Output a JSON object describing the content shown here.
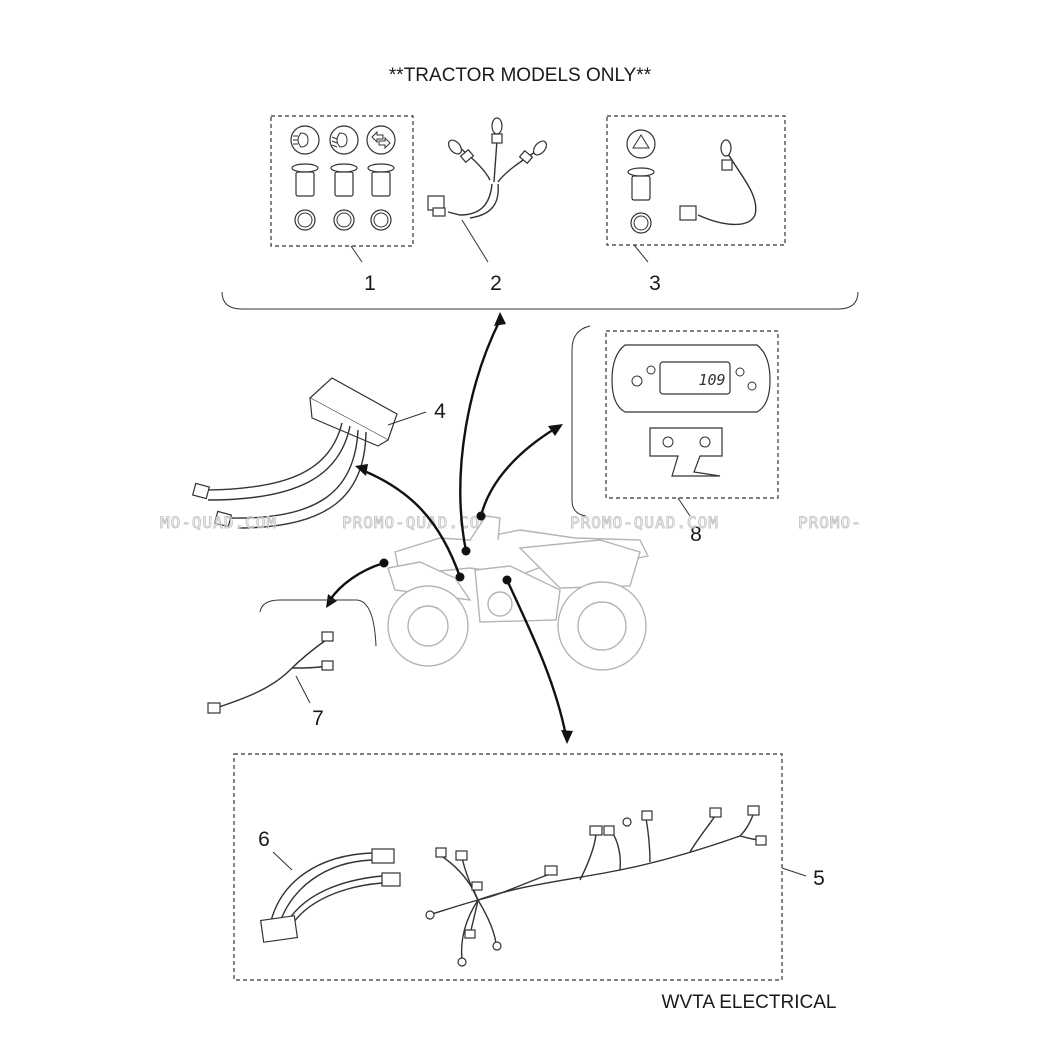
{
  "header": {
    "title": "**TRACTOR MODELS ONLY**"
  },
  "footer": {
    "title": "WVTA ELECTRICAL"
  },
  "watermark": {
    "text": "PROMO-QUAD.COM",
    "edge_left": "MO-QUAD.COM",
    "edge_right": "PROMO-"
  },
  "parts": {
    "p1": {
      "number": "1"
    },
    "p2": {
      "number": "2"
    },
    "p3": {
      "number": "3"
    },
    "p4": {
      "number": "4"
    },
    "p5": {
      "number": "5"
    },
    "p6": {
      "number": "6"
    },
    "p7": {
      "number": "7"
    },
    "p8": {
      "number": "8"
    }
  },
  "instrument_cluster": {
    "readout": "109"
  },
  "icons": [
    "headlight-icon",
    "low-beam-icon",
    "turn-signal-icon",
    "hazard-triangle-icon"
  ],
  "colors": {
    "ink": "#1a1a1a",
    "atv_outline": "#b5b5b5",
    "watermark": "#c8c8c8",
    "background": "#ffffff"
  }
}
